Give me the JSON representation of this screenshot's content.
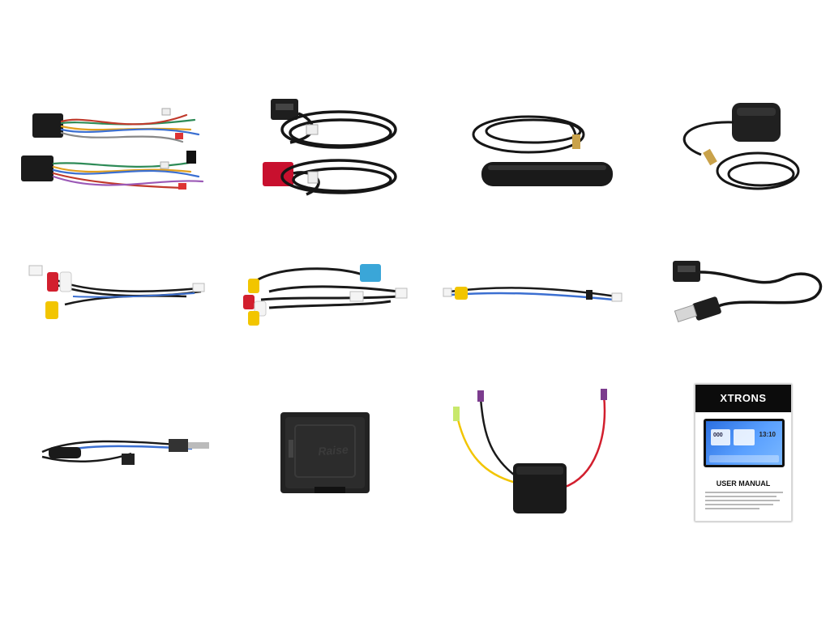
{
  "image": {
    "background": "#ffffff",
    "items": [
      {
        "name": "wiring-harness-pair"
      },
      {
        "name": "usb-cable-pair"
      },
      {
        "name": "radio-antenna"
      },
      {
        "name": "gps-antenna"
      },
      {
        "name": "rca-audio-cable"
      },
      {
        "name": "rca-multi-cable"
      },
      {
        "name": "camera-cable"
      },
      {
        "name": "usb-extension-cable"
      },
      {
        "name": "antenna-adapter-cable"
      },
      {
        "name": "canbus-decoder-box"
      },
      {
        "name": "reverse-trigger-module"
      },
      {
        "name": "user-manual"
      }
    ]
  },
  "decoder_box": {
    "logo": "Raise"
  },
  "manual": {
    "brand": "XTRONS",
    "title": "USER MANUAL",
    "screen_time": "13:10",
    "screen_value": "000"
  },
  "colors": {
    "cable": "#1a1a1a",
    "connector": "#202020",
    "red": "#d21f2e",
    "yellow": "#f2c500",
    "white": "#f4f4f4",
    "blue": "#3aa6d8",
    "gold": "#c9a24a"
  }
}
